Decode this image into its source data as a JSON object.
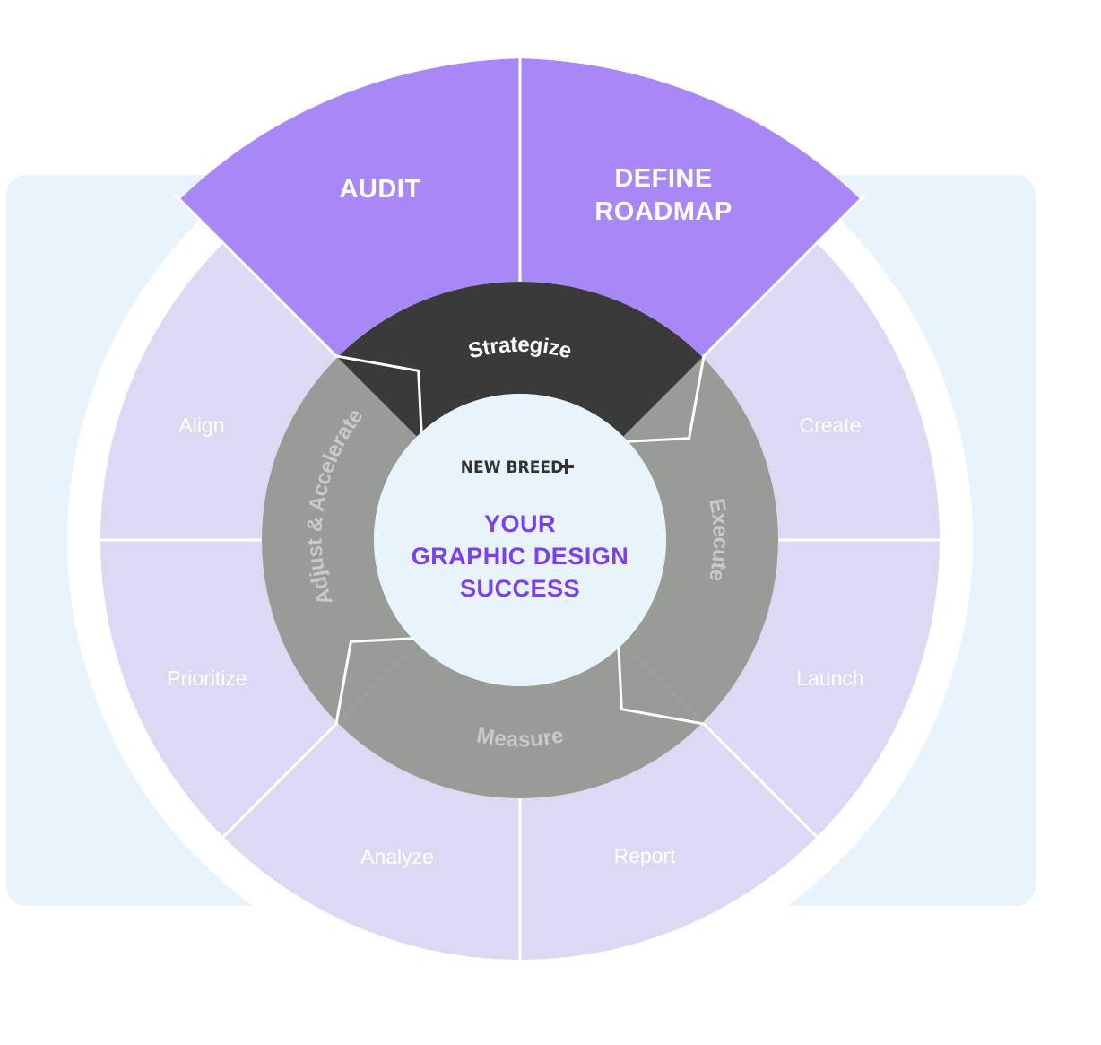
{
  "colors": {
    "background_panel": "#e9f3fc",
    "outer_ring": "#ffffff",
    "light_segment": "#ddd8f3",
    "highlight_segment": "#a887f7",
    "strategize_phase": "#393a39",
    "other_phase": "#989b96",
    "center_fill": "#e8f3fc",
    "center_title": "#7a3ff0",
    "segment_label": "#ffffff",
    "phase_label_dark": "#ffffff",
    "phase_label_light": "#c8cac6"
  },
  "center": {
    "brand": "NEW BREED",
    "brand_icon": "plus-icon",
    "title_lines": [
      "YOUR",
      "GRAPHIC DESIGN",
      "SUCCESS"
    ]
  },
  "outer_segments": [
    {
      "id": "audit",
      "label_lines": [
        "AUDIT"
      ],
      "highlight": true
    },
    {
      "id": "define-roadmap",
      "label_lines": [
        "DEFINE",
        "ROADMAP"
      ],
      "highlight": true
    },
    {
      "id": "create",
      "label_lines": [
        "Create"
      ],
      "highlight": false
    },
    {
      "id": "launch",
      "label_lines": [
        "Launch"
      ],
      "highlight": false
    },
    {
      "id": "report",
      "label_lines": [
        "Report"
      ],
      "highlight": false
    },
    {
      "id": "analyze",
      "label_lines": [
        "Analyze"
      ],
      "highlight": false
    },
    {
      "id": "prioritize",
      "label_lines": [
        "Prioritize"
      ],
      "highlight": false
    },
    {
      "id": "align",
      "label_lines": [
        "Align"
      ],
      "highlight": false
    }
  ],
  "phases": [
    {
      "id": "strategize",
      "label": "Strategize",
      "dark": true
    },
    {
      "id": "execute",
      "label": "Execute",
      "dark": false
    },
    {
      "id": "measure",
      "label": "Measure",
      "dark": false
    },
    {
      "id": "adjust-accelerate",
      "label": "Adjust & Accelerate",
      "dark": false
    }
  ]
}
